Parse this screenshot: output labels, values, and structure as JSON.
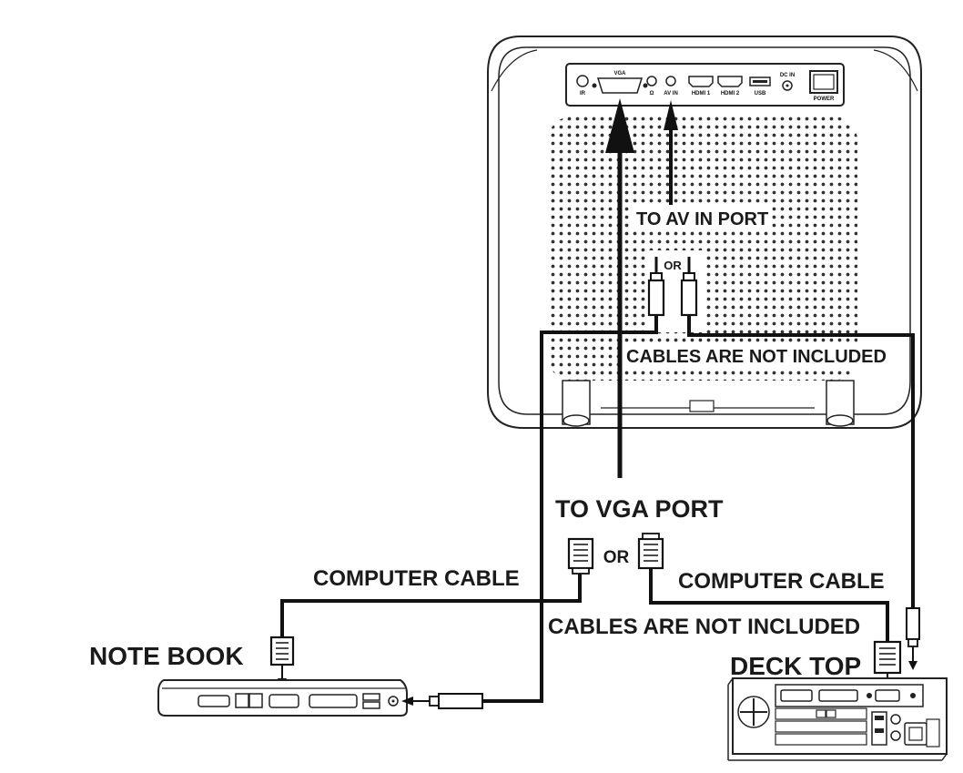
{
  "projector": {
    "ports": {
      "ir": "IR",
      "vga": "VGA",
      "av_in": "AV IN",
      "hdmi1": "HDMI 1",
      "hdmi2": "HDMI 2",
      "usb": "USB",
      "dc_in": "DC IN",
      "power": "POWER"
    }
  },
  "labels": {
    "to_av_in_port": "TO AV IN PORT",
    "or_audio": "OR",
    "cables_not_included_top": "CABLES ARE NOT INCLUDED",
    "to_vga_port": "TO VGA PORT",
    "or_vga": "OR",
    "computer_cable_left": "COMPUTER CABLE",
    "computer_cable_right": "COMPUTER CABLE",
    "cables_not_included_bottom": "CABLES ARE NOT INCLUDED",
    "note_book": "NOTE BOOK",
    "deck_top": "DECK TOP"
  },
  "colors": {
    "line": "#111111",
    "outline": "#222222",
    "grille_dot": "#333333",
    "background": "#ffffff"
  }
}
